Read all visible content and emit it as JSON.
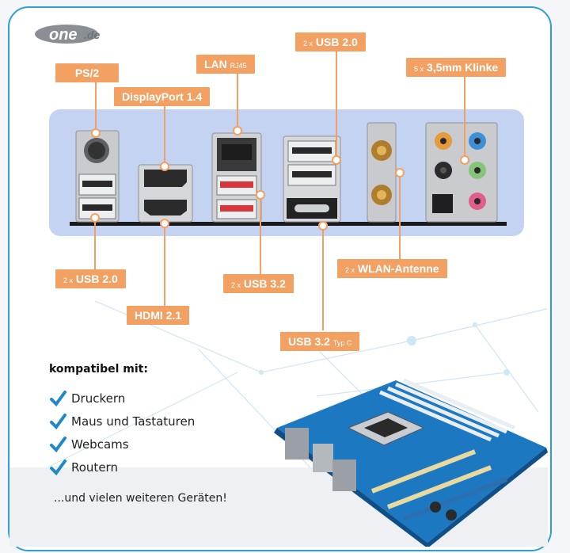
{
  "brand": {
    "logo_text": "one",
    "logo_suffix": ".de"
  },
  "labels": {
    "ps2": "PS/2",
    "displayport": "DisplayPort 1.4",
    "lan": "LAN",
    "lan_sub": "RJ45",
    "usb20_top_prefix": "2 x",
    "usb20_top": "USB 2.0",
    "audio_prefix": "5 x",
    "audio": "3,5mm Klinke",
    "usb20_bottom_prefix": "2 x",
    "usb20_bottom": "USB 2.0",
    "usb32_prefix": "2 x",
    "usb32": "USB 3.2",
    "wlan_prefix": "2 x",
    "wlan": "WLAN-Antenne",
    "hdmi": "HDMI 2.1",
    "usbc": "USB 3.2",
    "usbc_sub": "Typ C"
  },
  "compat": {
    "heading": "kompatibel mit:",
    "items": [
      "Druckern",
      "Maus und Tastaturen",
      "Webcams",
      "Routern"
    ],
    "more": "...und vielen weiteren Geräten!"
  },
  "colors": {
    "frame": "#2f9fd3",
    "label": "#f2a163",
    "panel": "#c5d3f3",
    "check": "#1e88c8"
  }
}
